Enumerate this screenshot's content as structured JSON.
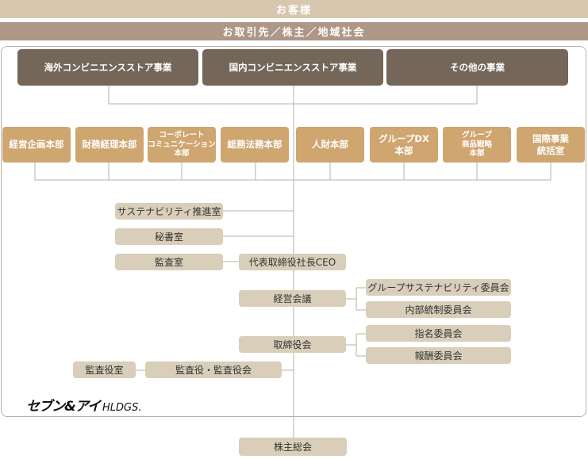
{
  "top_bands": {
    "customers": "お客様",
    "partners": "お取引先／株主／地域社会"
  },
  "businesses": [
    "海外コンビニエンスストア事業",
    "国内コンビニエンスストア事業",
    "その他の事業"
  ],
  "departments": [
    "経営企画本部",
    "財務経理本部",
    "コーポレート\nコミュニケーション\n本部",
    "総務法務本部",
    "人財本部",
    "グループDX\n本部",
    "グループ\n商品戦略\n本部",
    "国際事業\n統括室"
  ],
  "offices": {
    "sustainability": "サステナビリティ推進室",
    "secretariat": "秘書室",
    "audit_office": "監査室",
    "ceo": "代表取締役社長CEO",
    "management_council": "経営会議",
    "board": "取締役会",
    "auditors": "監査役・監査役会",
    "auditor_office": "監査役室",
    "shareholders": "株主総会"
  },
  "committees": {
    "group_sustainability": "グループサステナビリティ委員会",
    "internal_control": "内部統制委員会",
    "nomination": "指名委員会",
    "compensation": "報酬委員会"
  },
  "logo": {
    "main": "セブン&アイ",
    "suffix": "HLDGS."
  },
  "colors": {
    "band_light": "#d6c7ae",
    "band_mid": "#ae9786",
    "business": "#74675a",
    "department": "#cfa570",
    "pill": "#d8ceb9",
    "line": "#b8b0a6"
  }
}
